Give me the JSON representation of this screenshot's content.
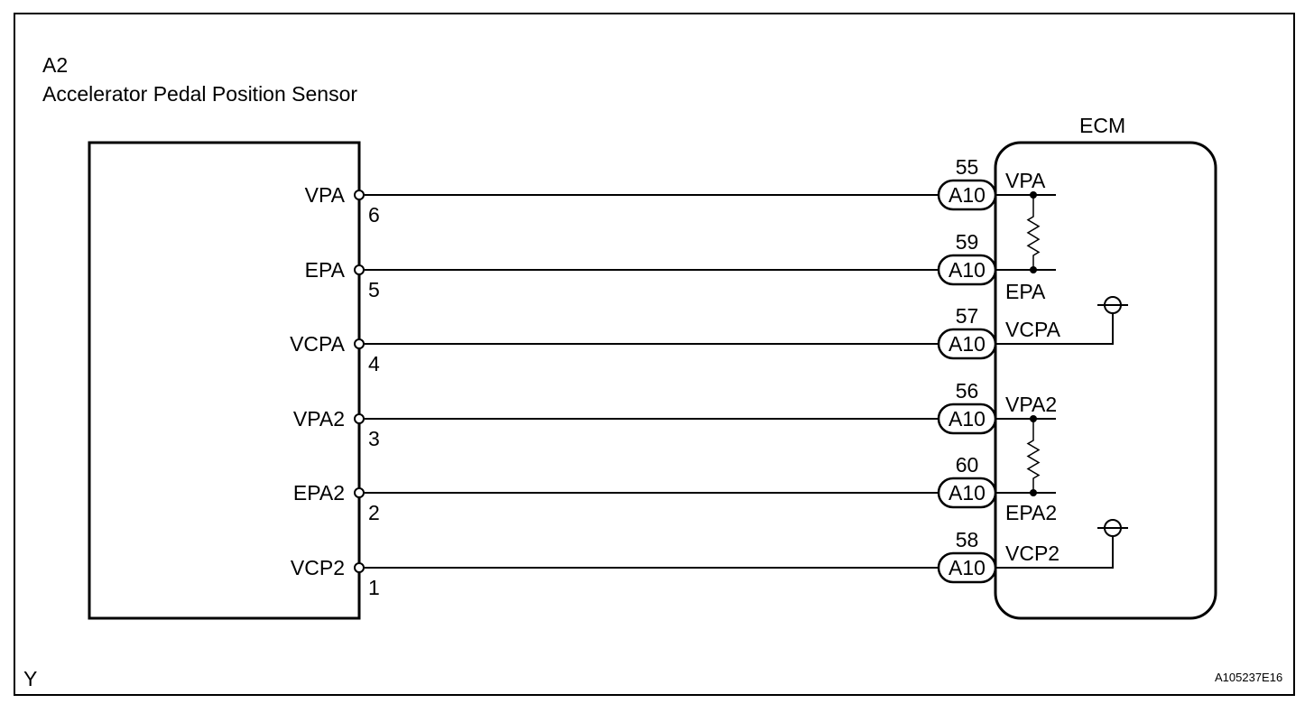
{
  "header": {
    "component_code": "A2",
    "component_name": "Accelerator Pedal Position Sensor"
  },
  "ecm": {
    "label": "ECM"
  },
  "connections": [
    {
      "sensor_pin": "VPA",
      "sensor_pin_no": "6",
      "ecm_pin_no": "55",
      "connector": "A10",
      "ecm_pin": "VPA"
    },
    {
      "sensor_pin": "EPA",
      "sensor_pin_no": "5",
      "ecm_pin_no": "59",
      "connector": "A10",
      "ecm_pin": "EPA"
    },
    {
      "sensor_pin": "VCPA",
      "sensor_pin_no": "4",
      "ecm_pin_no": "57",
      "connector": "A10",
      "ecm_pin": "VCPA"
    },
    {
      "sensor_pin": "VPA2",
      "sensor_pin_no": "3",
      "ecm_pin_no": "56",
      "connector": "A10",
      "ecm_pin": "VPA2"
    },
    {
      "sensor_pin": "EPA2",
      "sensor_pin_no": "2",
      "ecm_pin_no": "60",
      "connector": "A10",
      "ecm_pin": "EPA2"
    },
    {
      "sensor_pin": "VCP2",
      "sensor_pin_no": "1",
      "ecm_pin_no": "58",
      "connector": "A10",
      "ecm_pin": "VCP2"
    }
  ],
  "footer": {
    "corner_mark": "Y",
    "figure_id": "A105237E16"
  }
}
